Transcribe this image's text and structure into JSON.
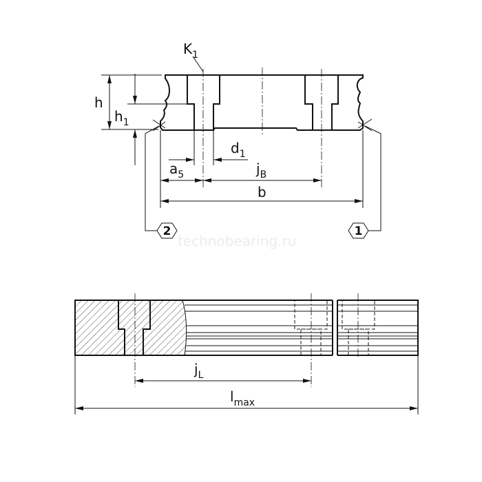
{
  "labels": {
    "k1": {
      "main": "K",
      "sub": "1"
    },
    "h": "h",
    "h1": {
      "main": "h",
      "sub": "1"
    },
    "d1": {
      "main": "d",
      "sub": "1"
    },
    "a5": {
      "main": "a",
      "sub": "5"
    },
    "jB": {
      "main": "j",
      "sub": "B"
    },
    "b": "b",
    "jL": {
      "main": "j",
      "sub": "L"
    },
    "lmax": {
      "main": "l",
      "sub": "max"
    }
  },
  "callouts": [
    "2",
    "1"
  ],
  "watermark": "technobearing.ru"
}
